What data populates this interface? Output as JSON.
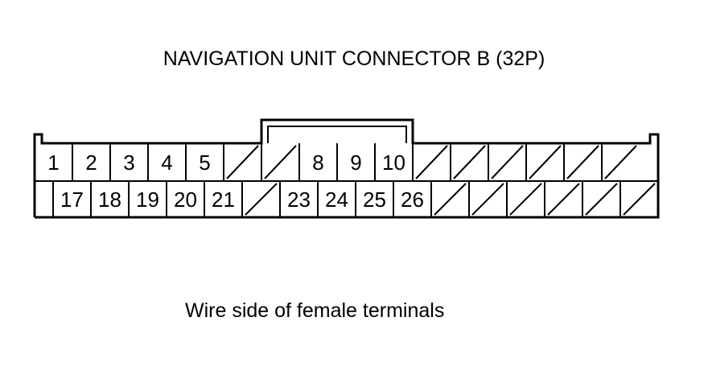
{
  "title": "NAVIGATION UNIT CONNECTOR B (32P)",
  "caption": "Wire side of female terminals",
  "connector": {
    "row1": [
      {
        "label": "1"
      },
      {
        "label": "2"
      },
      {
        "label": "3"
      },
      {
        "label": "4"
      },
      {
        "label": "5"
      },
      {
        "label": ""
      },
      {
        "label": ""
      },
      {
        "label": "8"
      },
      {
        "label": "9"
      },
      {
        "label": "10"
      },
      {
        "label": ""
      },
      {
        "label": ""
      },
      {
        "label": ""
      },
      {
        "label": ""
      },
      {
        "label": ""
      },
      {
        "label": ""
      }
    ],
    "row2": [
      {
        "label": "17"
      },
      {
        "label": "18"
      },
      {
        "label": "19"
      },
      {
        "label": "20"
      },
      {
        "label": "21"
      },
      {
        "label": ""
      },
      {
        "label": "23"
      },
      {
        "label": "24"
      },
      {
        "label": "25"
      },
      {
        "label": "26"
      },
      {
        "label": ""
      },
      {
        "label": ""
      },
      {
        "label": ""
      },
      {
        "label": ""
      },
      {
        "label": ""
      },
      {
        "label": ""
      }
    ],
    "colors": {
      "line": "#000000",
      "background": "#ffffff"
    }
  }
}
